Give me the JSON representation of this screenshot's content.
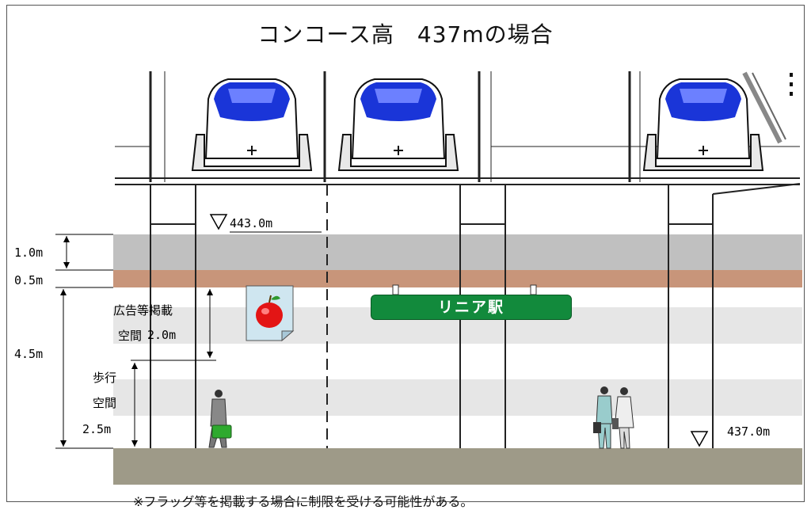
{
  "title": "コンコース高　437mの場合",
  "levels": {
    "top_elevation": "443.0m",
    "floor_elevation": "437.0m"
  },
  "dimensions": {
    "slab": "1.0m",
    "finish": "0.5m",
    "clear": "4.5m",
    "walk": "2.5m"
  },
  "zones": {
    "ad_line1": "広告等掲載",
    "ad_line2": "空間",
    "ad_value": "2.0m",
    "walk_line1": "歩行",
    "walk_line2": "空間"
  },
  "sign": {
    "label": "リニア駅"
  },
  "note": "※フラッグ等を掲載する場合に制限を受ける可能性がある。",
  "colors": {
    "slab": "#c0c0c0",
    "finish": "#c8957a",
    "floor": "#9e9a88",
    "band": "#e6e6e6",
    "sign": "#128a3c",
    "train_blue": "#1a35d8"
  }
}
